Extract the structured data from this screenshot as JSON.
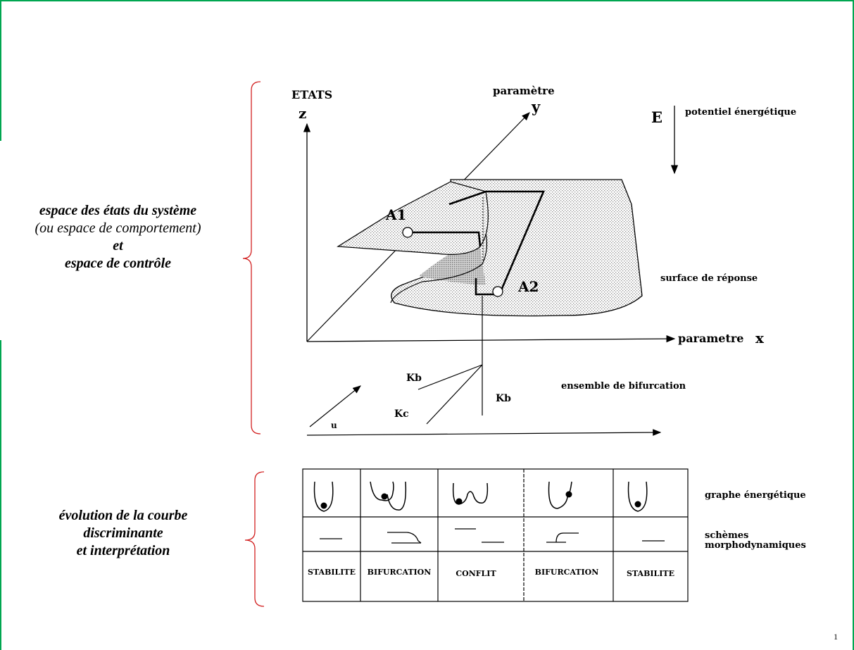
{
  "left_labels": {
    "group1": {
      "line1": "espace des états du système",
      "line2": "(ou espace de comportement)",
      "line3": "et",
      "line4": "espace de contrôle"
    },
    "group2": {
      "line1": "évolution de la courbe",
      "line2": "discriminante",
      "line3": "et interprétation"
    }
  },
  "diagram": {
    "etats": "ETATS",
    "z": "z",
    "parametre_y_label": "paramètre",
    "y": "y",
    "E": "E",
    "potentiel": "potentiel énergétique",
    "A1": "A1",
    "A2": "A2",
    "surface": "surface de réponse",
    "parametre_x": "parametre",
    "x": "x",
    "Kb_left": "Kb",
    "Kb_right": "Kb",
    "Kc": "Kc",
    "u": "u",
    "ensemble": "ensemble de bifurcation"
  },
  "table": {
    "row_labels": {
      "graphe": "graphe énergétique",
      "schemes_1": "schèmes",
      "schemes_2": "morphodynamiques"
    },
    "columns": [
      "STABILITE",
      "BIFURCATION",
      "CONFLIT",
      "BIFURCATION",
      "STABILITE"
    ]
  },
  "page_number": "1",
  "colors": {
    "frame": "#00a651",
    "brace": "#d22020",
    "ink": "#000000",
    "surface_stipple": "#c8c8c8"
  }
}
